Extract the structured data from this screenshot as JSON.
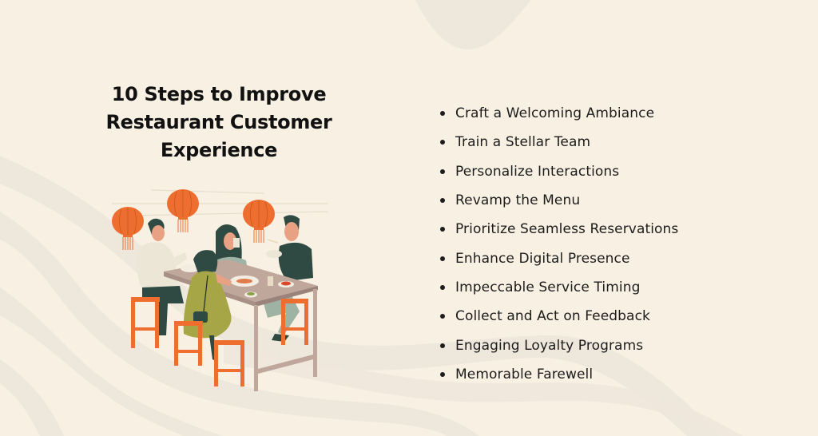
{
  "title": {
    "line1": "10 Steps to Improve",
    "line2": "Restaurant Customer",
    "line3": "Experience"
  },
  "steps": [
    {
      "label": "Craft a Welcoming Ambiance"
    },
    {
      "label": "Train a Stellar Team"
    },
    {
      "label": "Personalize Interactions"
    },
    {
      "label": "Revamp the Menu"
    },
    {
      "label": "Prioritize Seamless Reservations"
    },
    {
      "label": "Enhance Digital Presence"
    },
    {
      "label": "Impeccable Service Timing"
    },
    {
      "label": "Collect and Act on Feedback"
    },
    {
      "label": "Engaging Loyalty Programs"
    },
    {
      "label": "Memorable Farewell"
    }
  ],
  "illustration": {
    "name": "friends-dining-at-table-with-lanterns",
    "icons": [
      "lantern-icon",
      "table-icon",
      "stool-icon",
      "person-icon"
    ]
  },
  "colors": {
    "background": "#f8f1e3",
    "shape": "#eee7dc",
    "text": "#111111",
    "accent_orange": "#ee6e2f",
    "accent_green": "#2f4a42"
  }
}
